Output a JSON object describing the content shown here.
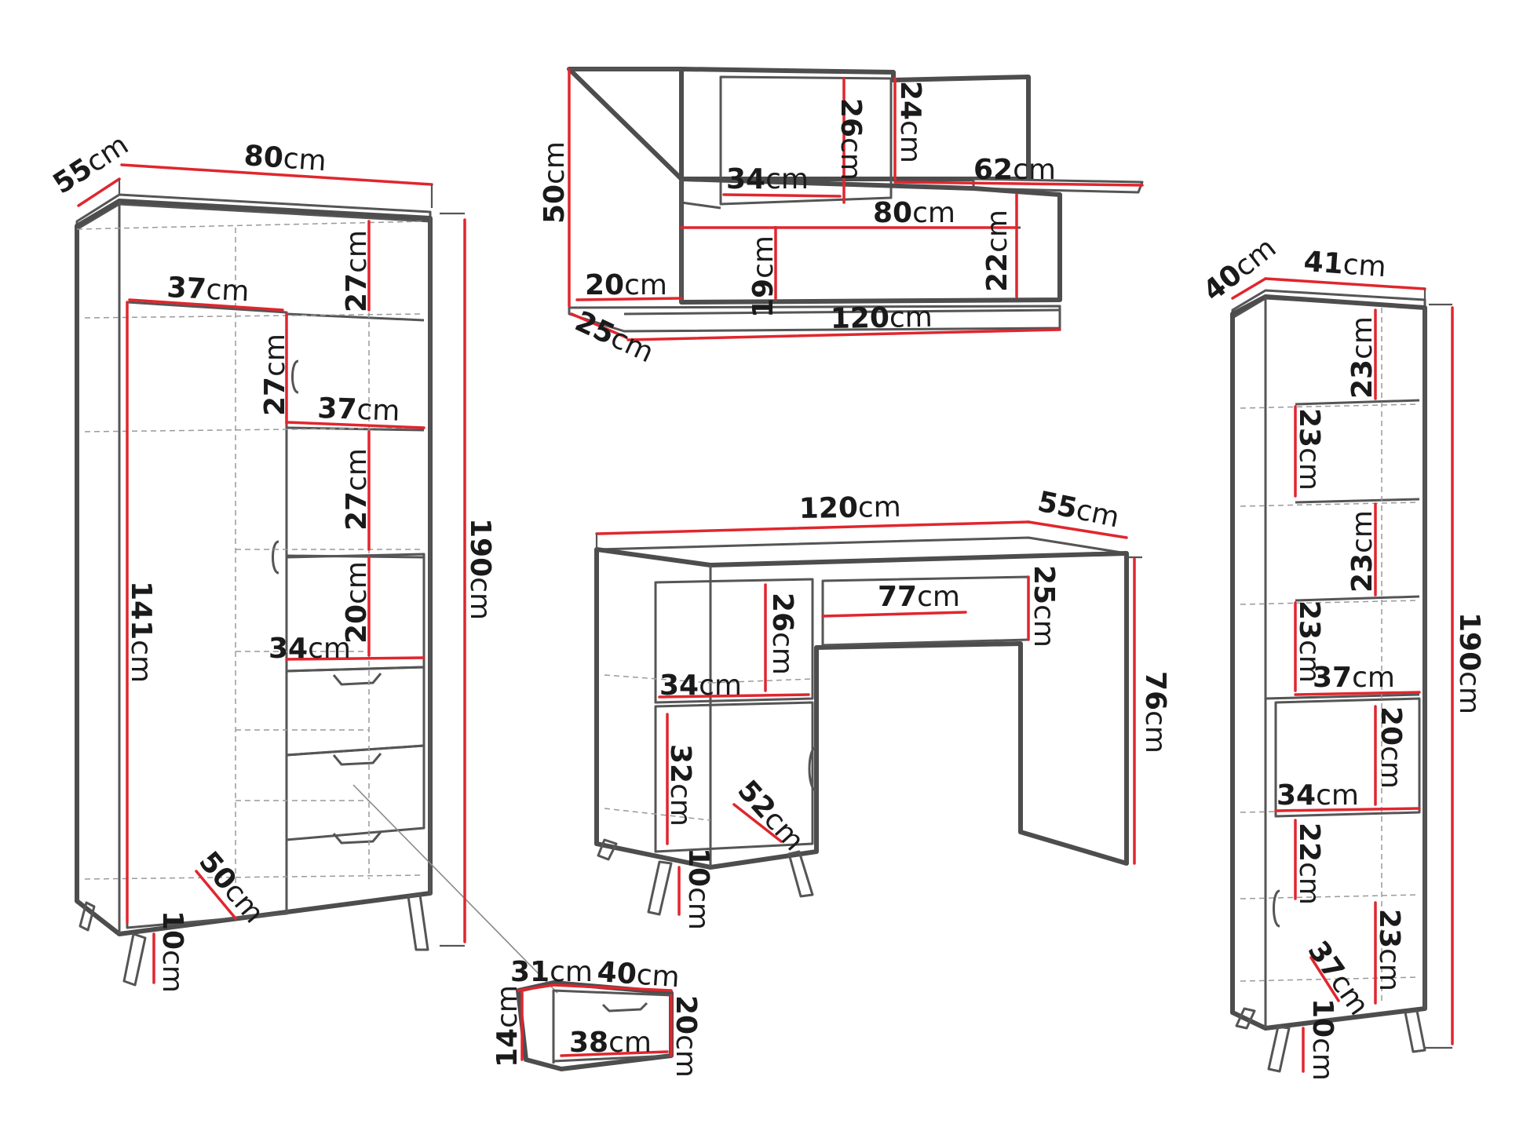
{
  "colors": {
    "outline": "#555555",
    "dimension": "#e0262e",
    "text": "#1a1a1a"
  },
  "unit": "cm",
  "labels": {
    "wardrobe_depth": "55",
    "wardrobe_width": "80",
    "wardrobe_top_shelf_width": "37",
    "wardrobe_shelf1_height": "27",
    "wardrobe_shelf2_height": "27",
    "wardrobe_shelf_width": "37",
    "wardrobe_shelf3_height": "27",
    "wardrobe_shelf4_height": "20",
    "wardrobe_drawer_width": "34",
    "wardrobe_door_height": "141",
    "wardrobe_total_height": "190",
    "wardrobe_inner_depth": "50",
    "wardrobe_leg_height": "10",
    "shelf_total_height": "50",
    "shelf_cabinet_height": "26",
    "shelf_right_height": "24",
    "shelf_cabinet_width": "34",
    "shelf_top_width": "62",
    "shelf_mid_width": "80",
    "shelf_left_height": "20",
    "shelf_compartment_height": "19",
    "shelf_lower_height": "22",
    "shelf_depth": "25",
    "shelf_total_width": "120",
    "desk_width": "120",
    "desk_depth": "55",
    "desk_drawer_width": "77",
    "desk_drawer_height": "25",
    "desk_top_compartment_height": "26",
    "desk_compartment_width": "34",
    "desk_height": "76",
    "desk_cabinet_height": "32",
    "desk_cabinet_depth": "52",
    "desk_leg_height": "10",
    "drawer_depth": "31",
    "drawer_width": "40",
    "drawer_front_height": "14",
    "drawer_inner_width": "38",
    "drawer_height": "20",
    "bookcase_depth": "40",
    "bookcase_width": "41",
    "bookcase_shelf1": "23",
    "bookcase_shelf2": "23",
    "bookcase_shelf3": "23",
    "bookcase_shelf4": "23",
    "bookcase_inner_width": "37",
    "bookcase_drawer_height": "20",
    "bookcase_drawer_width": "34",
    "bookcase_lower1": "22",
    "bookcase_lower2": "23",
    "bookcase_inner_depth": "37",
    "bookcase_leg_height": "10",
    "bookcase_total_height": "190"
  }
}
